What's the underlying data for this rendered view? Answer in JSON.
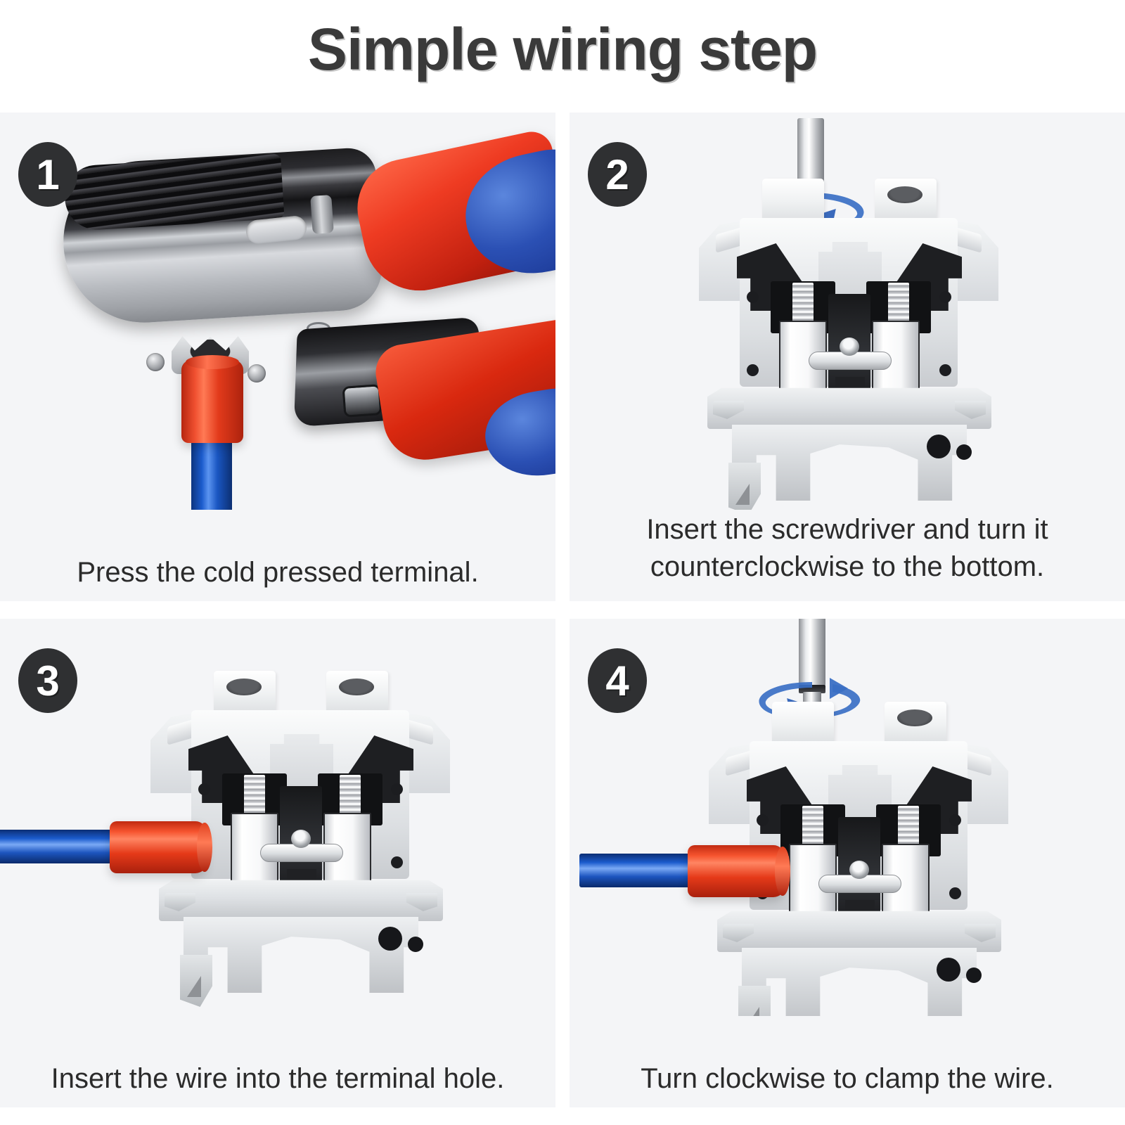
{
  "header": {
    "title": "Simple wiring step"
  },
  "theme": {
    "page_background": "#ffffff",
    "panel_background": "#f4f5f7",
    "badge_background": "#2f3032",
    "badge_text_color": "#ffffff",
    "title_color": "#3a3a3a",
    "caption_color": "#2b2b2b",
    "wire_blue": "#1b5bcc",
    "ferrule_red": "#e23a1b",
    "terminal_gray": "#dcdfe2",
    "rotation_arrow_blue": "#3a6fc4",
    "metal_silver": "#d8dadd",
    "handle_red": "#ee3b22",
    "handle_blue": "#2b50b4"
  },
  "steps": [
    {
      "number": "1",
      "caption": "Press the cold pressed terminal.",
      "illustration": "crimping-pliers-compressing-red-ferrule-on-blue-wire",
      "objects": [
        "crimping-tool",
        "red-ferrule",
        "blue-wire"
      ]
    },
    {
      "number": "2",
      "caption": "Insert the screwdriver and turn it\ncounterclockwise to the bottom.",
      "illustration": "screwdriver-inserted-in-terminal-block-turning-counterclockwise",
      "objects": [
        "screwdriver-shaft",
        "rotation-arrow-counterclockwise",
        "terminal-block"
      ]
    },
    {
      "number": "3",
      "caption": "Insert the wire into the terminal hole.",
      "illustration": "blue-wire-with-red-ferrule-entering-terminal-block",
      "objects": [
        "blue-wire",
        "red-ferrule",
        "terminal-block"
      ]
    },
    {
      "number": "4",
      "caption": "Turn clockwise to clamp the wire.",
      "illustration": "screwdriver-turning-clockwise-clamping-wire-in-terminal-block",
      "objects": [
        "screwdriver-shaft",
        "rotation-arrow-clockwise",
        "blue-wire",
        "red-ferrule",
        "terminal-block"
      ]
    }
  ]
}
